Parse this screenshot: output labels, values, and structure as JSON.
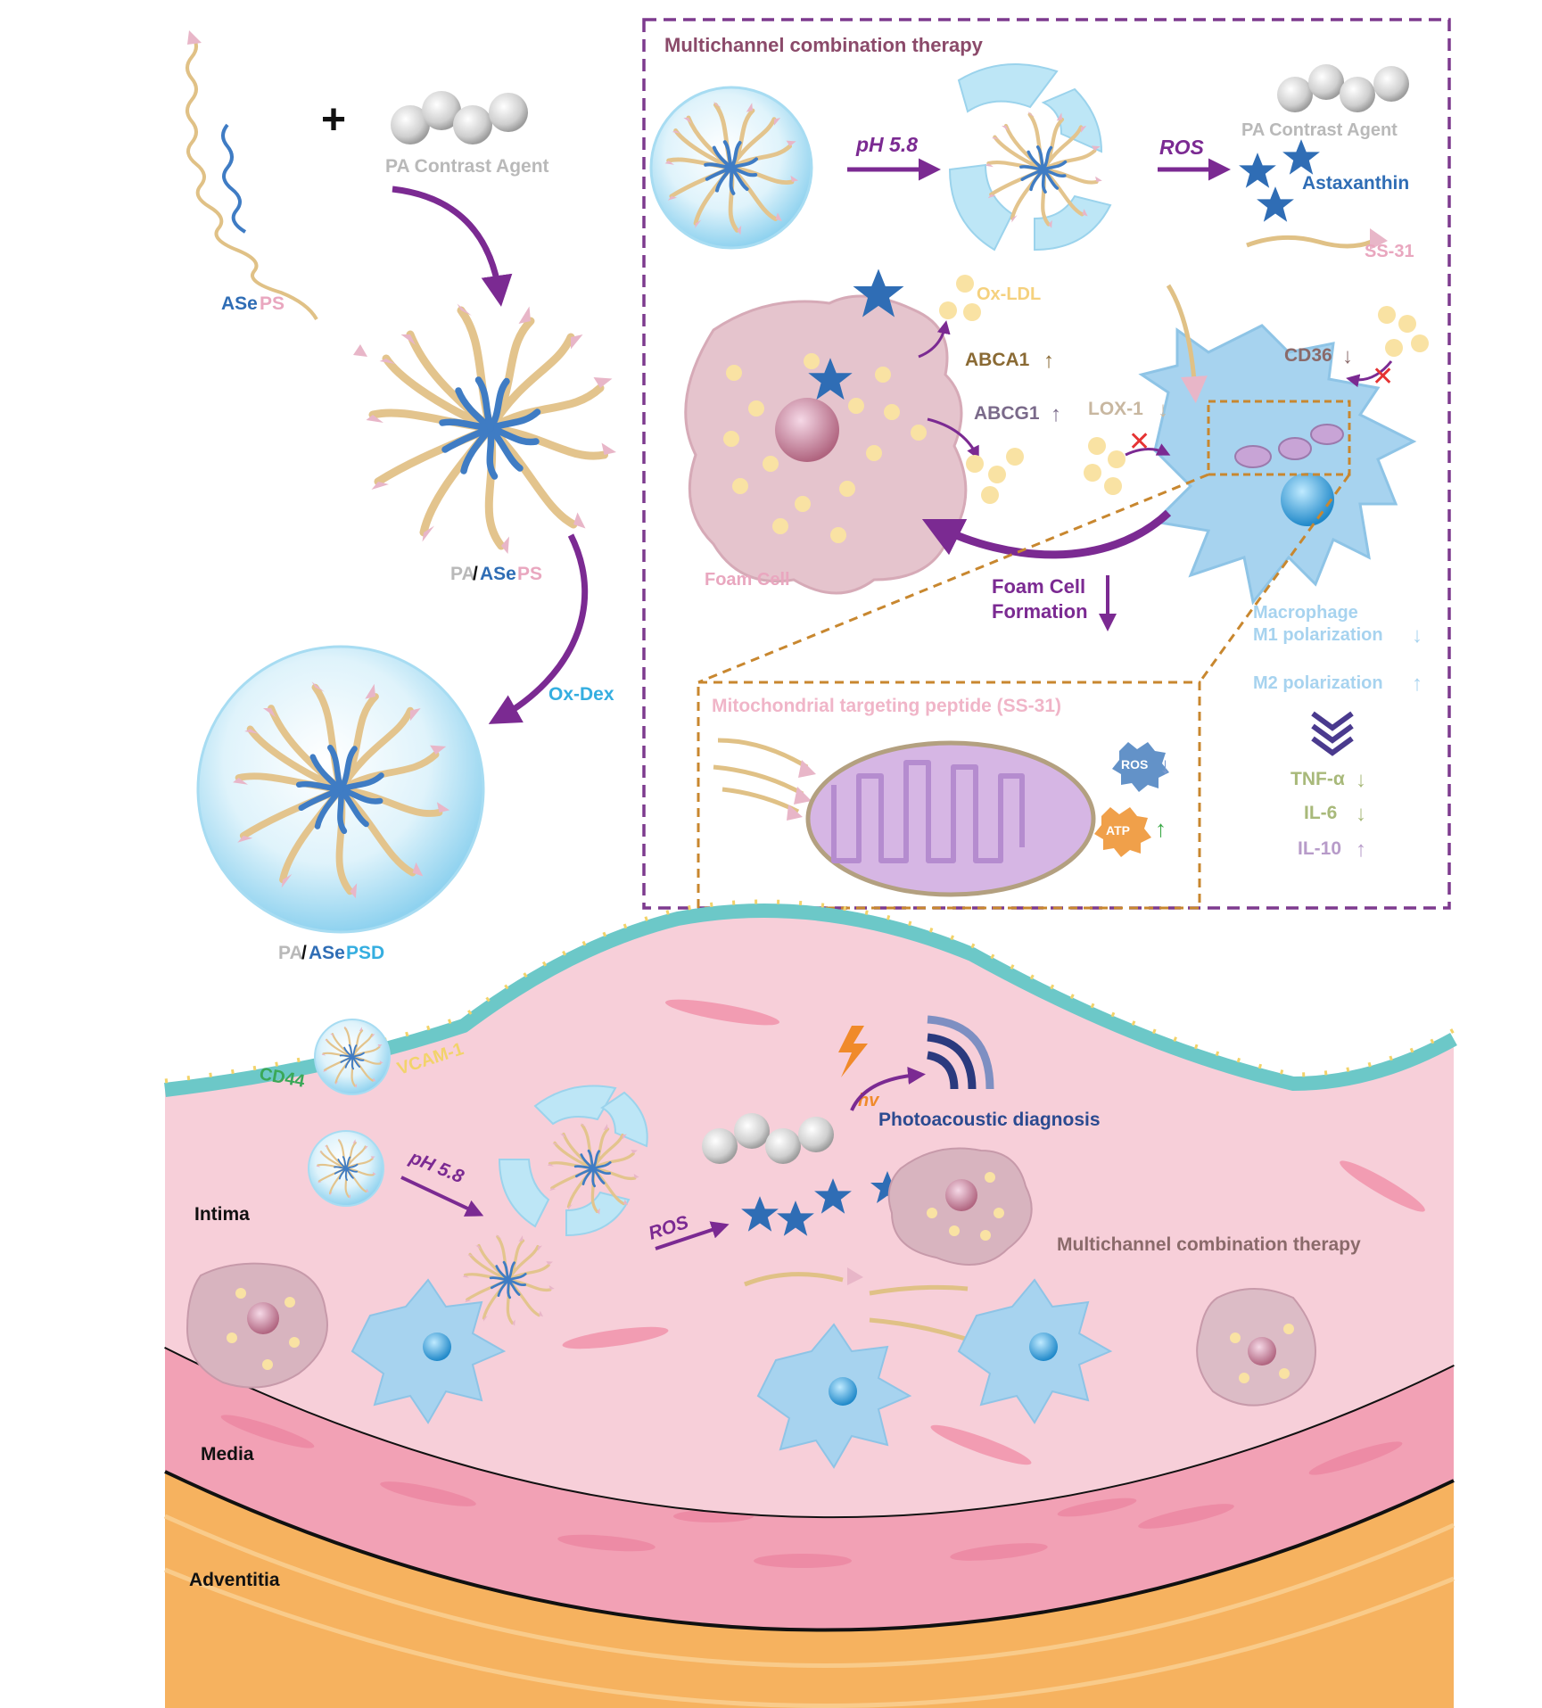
{
  "synthesis": {
    "plus_sign": "+",
    "contrast_agent_label": "PA Contrast Agent",
    "polymer_label": {
      "part1": "ASe",
      "part2": "PS"
    },
    "micelle_label": {
      "part1": "PA",
      "part2": "/",
      "part3": "ASe",
      "part4": "PS"
    },
    "crosslinker_label": "Ox-Dex",
    "nanoparticle_label": {
      "part1": "PA",
      "part2": "/",
      "part3": "ASe",
      "part4": "PSD"
    }
  },
  "therapy_box": {
    "title": "Multichannel combination therapy",
    "ph_label": "pH 5.8",
    "ros_label": "ROS",
    "contrast_agent_label": "PA Contrast Agent",
    "astaxanthin_label": "Astaxanthin",
    "ss31_label": "SS-31",
    "oxldl_label": "Ox-LDL",
    "abca1_label": "ABCA1",
    "abcg1_label": "ABCG1",
    "lox1_label": "LOX-1",
    "cd36_label": "CD36",
    "foam_cell_label": "Foam Cell",
    "foam_formation_label": {
      "line1": "Foam Cell",
      "line2": "Formation"
    },
    "macrophage_label": "Macrophage",
    "m1_label": "M1 polarization",
    "m2_label": "M2 polarization",
    "mito_box_title": "Mitochondrial targeting peptide (SS-31)",
    "ros_badge": "ROS",
    "atp_badge": "ATP",
    "tnf_label": "TNF-α",
    "il6_label": "IL-6",
    "il10_label": "IL-10",
    "up_arrow": "↑",
    "down_arrow": "↓",
    "cross_mark": "✕"
  },
  "vessel": {
    "cd44_label": "CD44",
    "vcam_label": "VCAM-1",
    "hv_label": "hv",
    "photoacoustic_label": "Photoacoustic diagnosis",
    "ph_label": "pH 5.8",
    "ros_label": "ROS",
    "therapy_label": "Multichannel combination therapy",
    "intima_label": "Intima",
    "media_label": "Media",
    "adventitia_label": "Adventitia"
  },
  "colors": {
    "purple_arrow": "#7b2a92",
    "dashed_box": "#7d3a8e",
    "orange_dashed": "#c8872f",
    "blue_text": "#2f6db5",
    "pink_text": "#e9a7bf",
    "gray_text": "#b9b9b9",
    "cyan_text": "#35aee0",
    "tissue_pink": "#f7cfd9",
    "adventitia": "#f6b25f",
    "endothelium": "#6cc8c8"
  }
}
